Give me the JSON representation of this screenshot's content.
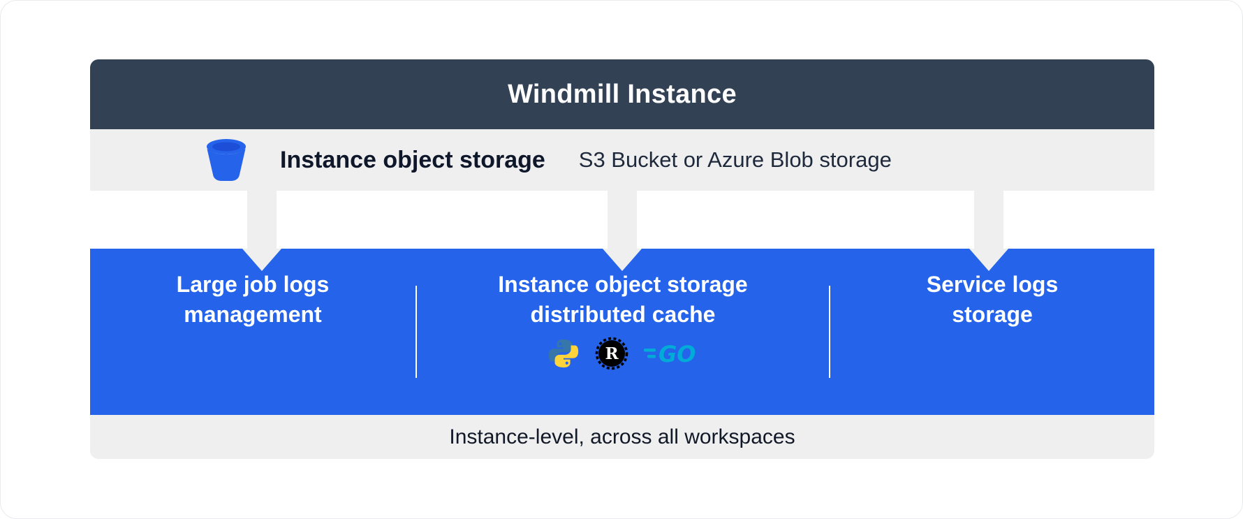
{
  "header": {
    "title": "Windmill Instance"
  },
  "storage_bar": {
    "icon": "bucket-icon",
    "label": "Instance object storage",
    "description": "S3 Bucket or Azure Blob storage"
  },
  "blue_panel": {
    "sections": [
      {
        "title": "Large job logs\nmanagement"
      },
      {
        "title": "Instance object storage\ndistributed cache",
        "language_icons": [
          "python-icon",
          "rust-icon",
          "go-icon"
        ]
      },
      {
        "title": "Service logs\nstorage"
      }
    ]
  },
  "footer": {
    "label": "Instance-level, across all workspaces"
  },
  "colors": {
    "header_bg": "#334155",
    "panel_bg": "#2563eb",
    "bar_bg": "#efefef",
    "bucket_blue": "#2563eb",
    "python_blue": "#3776ab",
    "python_yellow": "#ffd43b",
    "rust_black": "#000000",
    "go_cyan": "#00acd7"
  }
}
